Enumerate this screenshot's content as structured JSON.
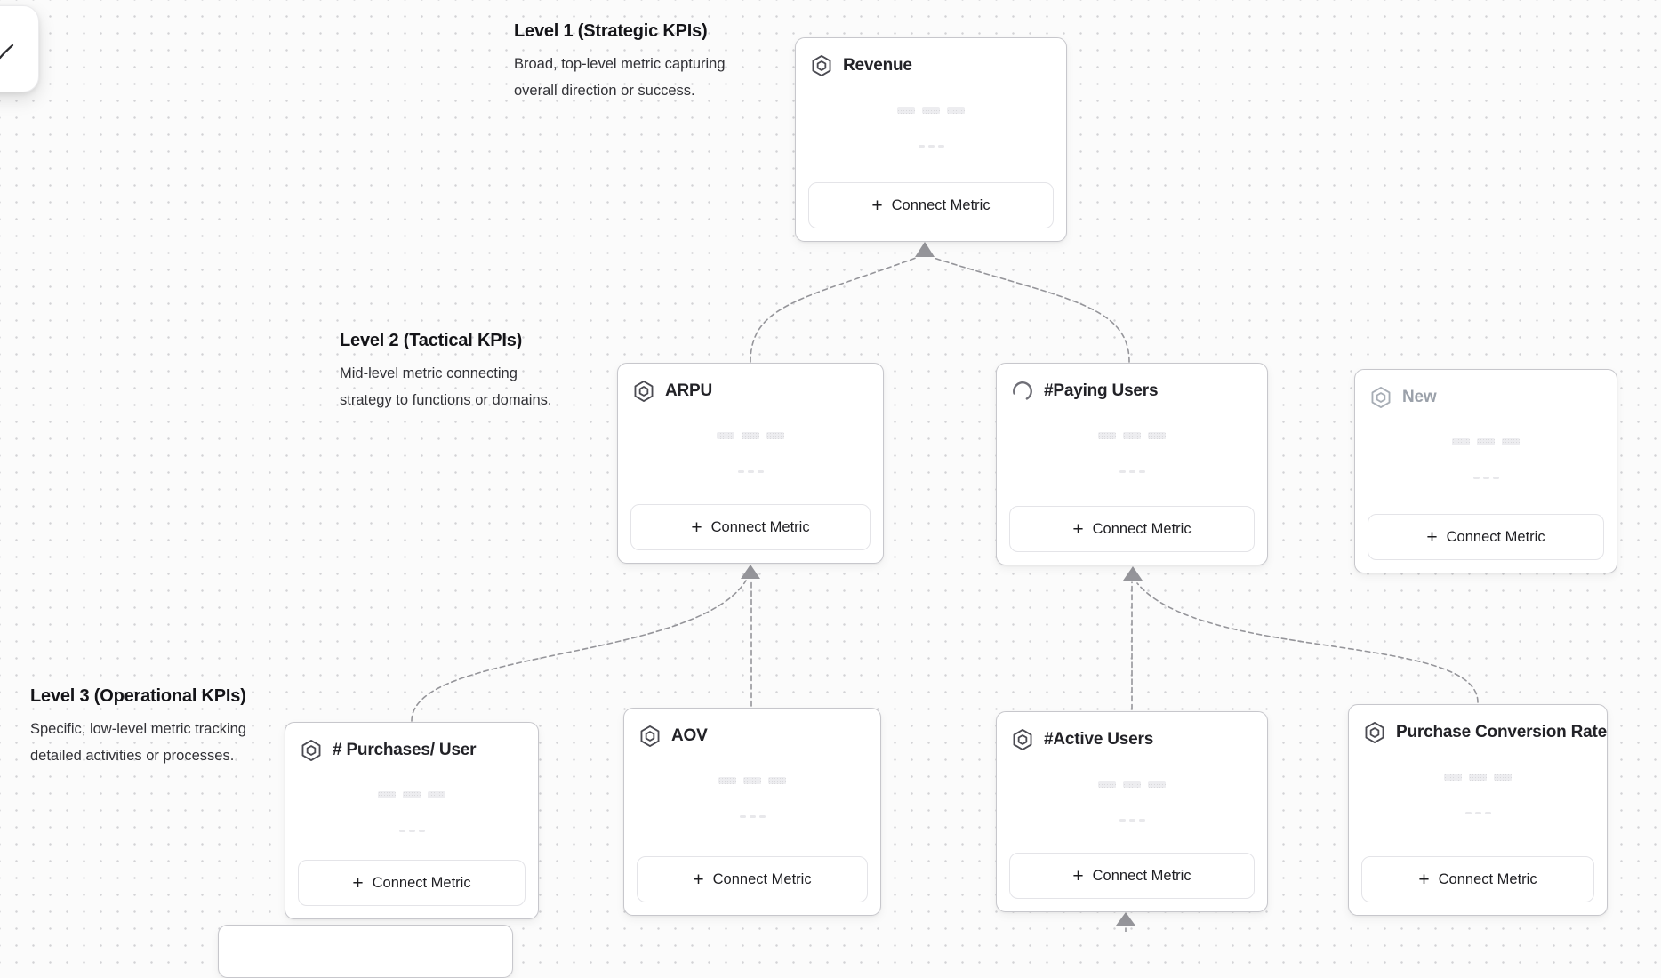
{
  "app": {
    "type": "metric-tree-canvas"
  },
  "levels": [
    {
      "title": "Level 1 (Strategic KPIs)",
      "description": "Broad, top-level metric capturing\noverall direction or success."
    },
    {
      "title": "Level 2 (Tactical KPIs)",
      "description": "Mid-level metric connecting\nstrategy to functions or domains."
    },
    {
      "title": "Level 3 (Operational KPIs)",
      "description": "Specific, low-level metric tracking\ndetailed activities or processes."
    }
  ],
  "cards": [
    {
      "id": "revenue",
      "level": 1,
      "title": "Revenue",
      "icon": "hexagon-metric-icon"
    },
    {
      "id": "arpu",
      "level": 2,
      "title": "ARPU",
      "icon": "hexagon-metric-icon"
    },
    {
      "id": "paying-users",
      "level": 2,
      "title": "#Paying Users",
      "icon": "spinner-icon",
      "state": "loading"
    },
    {
      "id": "new",
      "level": 2,
      "title": "New",
      "icon": "hexagon-metric-icon",
      "state": "draft"
    },
    {
      "id": "purchases-per-user",
      "level": 3,
      "title": "# Purchases/ User",
      "icon": "hexagon-metric-icon"
    },
    {
      "id": "aov",
      "level": 3,
      "title": "AOV",
      "icon": "hexagon-metric-icon"
    },
    {
      "id": "active-users",
      "level": 3,
      "title": "#Active Users",
      "icon": "hexagon-metric-icon"
    },
    {
      "id": "purchase-conversion-rate",
      "level": 3,
      "title": "Purchase Conversion Rate",
      "icon": "hexagon-metric-icon"
    }
  ],
  "ui": {
    "connect_metric_label": "Connect Metric",
    "plus_glyph": "+"
  },
  "connections": [
    {
      "from": "arpu",
      "to": "revenue"
    },
    {
      "from": "paying-users",
      "to": "revenue"
    },
    {
      "from": "purchases-per-user",
      "to": "arpu"
    },
    {
      "from": "aov",
      "to": "arpu"
    },
    {
      "from": "active-users",
      "to": "paying-users"
    },
    {
      "from": "purchase-conversion-rate",
      "to": "paying-users"
    },
    {
      "from": "offscreen-below",
      "to": "active-users"
    }
  ],
  "colors": {
    "canvas_bg": "#fbfbfb",
    "grid_dot": "#d2d2d5",
    "card_border": "#c7c7cc",
    "card_bg": "#ffffff",
    "title_text": "#222227",
    "draft_text": "#9ba1aa",
    "body_text": "#323237",
    "edge": "#95959a",
    "skeleton": "#e8e8eb"
  }
}
